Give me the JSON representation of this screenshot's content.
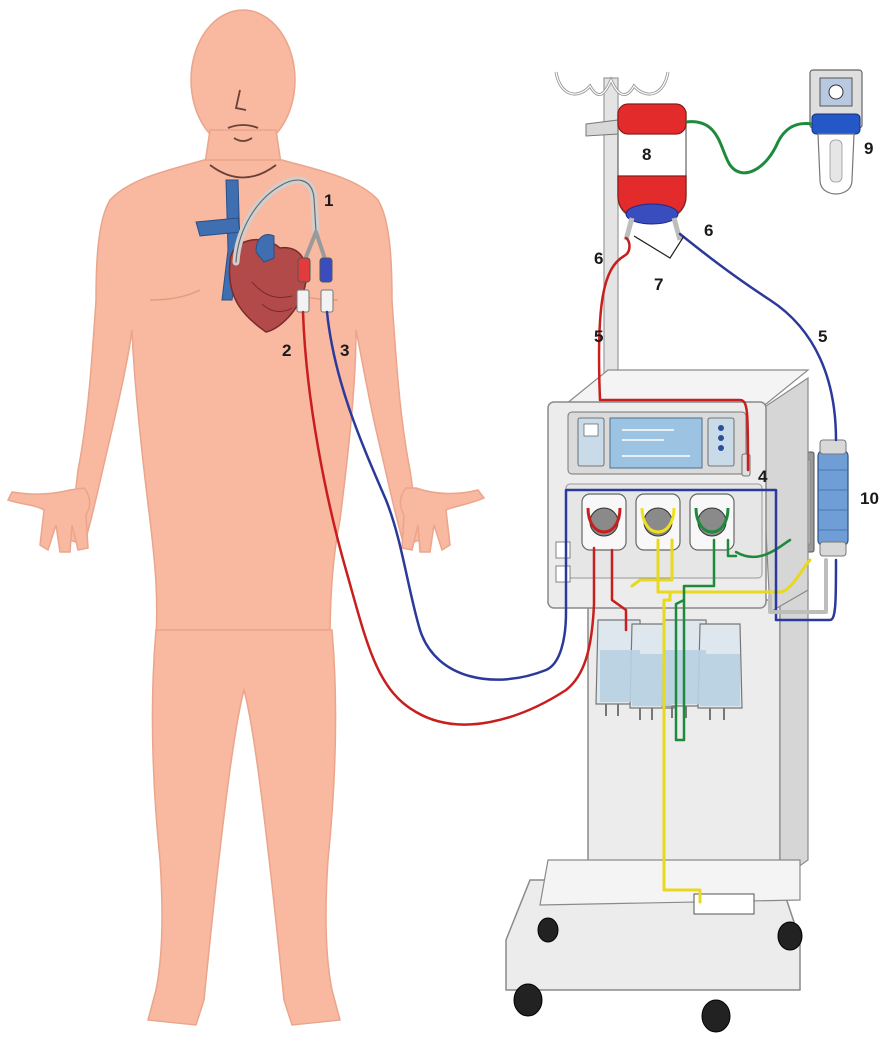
{
  "labels": {
    "l1": "1",
    "l2": "2",
    "l3": "3",
    "l4": "4",
    "l5a": "5",
    "l5b": "5",
    "l6a": "6",
    "l6b": "6",
    "l7": "7",
    "l8": "8",
    "l9": "9",
    "l10": "10"
  },
  "colors": {
    "skin": "#f9b8a0",
    "skin_outline": "#e9a48c",
    "heart": "#b24a4a",
    "vein": "#3f6fb0",
    "arterial_line": "#c81e1e",
    "venous_line": "#2b3a9a",
    "dialysate_line": "#f0e020",
    "effluent_line": "#1e8a3c",
    "machine_body": "#ececec",
    "machine_outline": "#8a8a8a"
  }
}
